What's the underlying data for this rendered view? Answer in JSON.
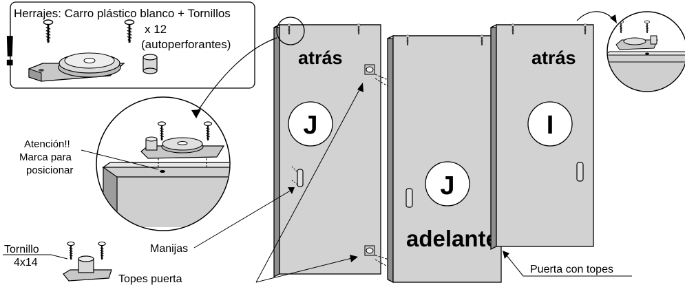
{
  "hardware": {
    "title": "Herrajes: Carro plástico blanco + Tornillos",
    "quantity": "x 12",
    "screw_type": "(autoperforantes)"
  },
  "warning_mark": "!",
  "attention": {
    "line1": "Atención!!",
    "line2": "Marca para",
    "line3": "posicionar"
  },
  "screw_spec": {
    "name": "Tornillo",
    "size": "4x14"
  },
  "stops_label": "Topes puerta",
  "handles_label": "Manijas",
  "door_with_stops_label": "Puerta con topes",
  "doors": [
    {
      "side": "atrás",
      "letter": "J"
    },
    {
      "side": "adelante",
      "letter": "J"
    },
    {
      "side": "atrás",
      "letter": "I"
    }
  ]
}
